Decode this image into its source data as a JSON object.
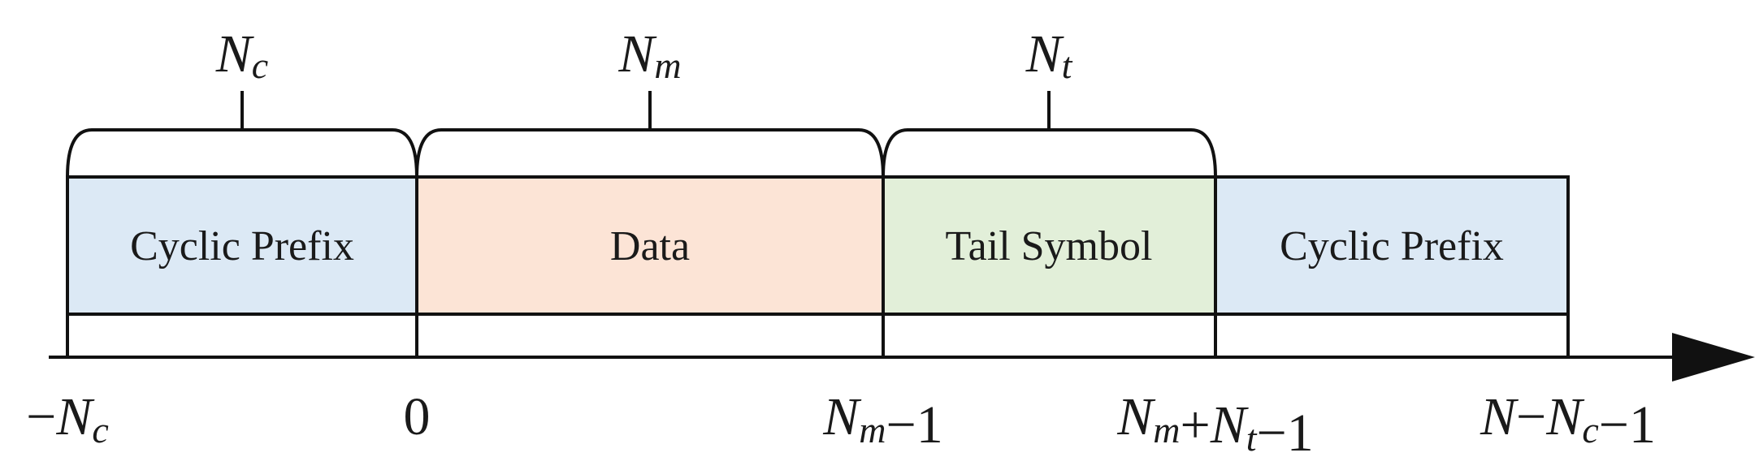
{
  "colors": {
    "cyclic_prefix": "#dce9f5",
    "data": "#fce4d6",
    "tail_symbol": "#e2efd9",
    "stroke": "#111111"
  },
  "segments": [
    {
      "label": "Cyclic Prefix",
      "color_key": "cyclic_prefix"
    },
    {
      "label": "Data",
      "color_key": "data"
    },
    {
      "label": "Tail Symbol",
      "color_key": "tail_symbol"
    },
    {
      "label": "Cyclic Prefix",
      "color_key": "cyclic_prefix"
    }
  ],
  "braces": [
    {
      "var": "N",
      "sub": "c"
    },
    {
      "var": "N",
      "sub": "m"
    },
    {
      "var": "N",
      "sub": "t"
    }
  ],
  "axis_ticks": [
    {
      "text": "−N_c"
    },
    {
      "text": "0"
    },
    {
      "text": "N_m−1"
    },
    {
      "text": "N_m+N_t−1"
    },
    {
      "text": "N−N_c−1"
    }
  ]
}
